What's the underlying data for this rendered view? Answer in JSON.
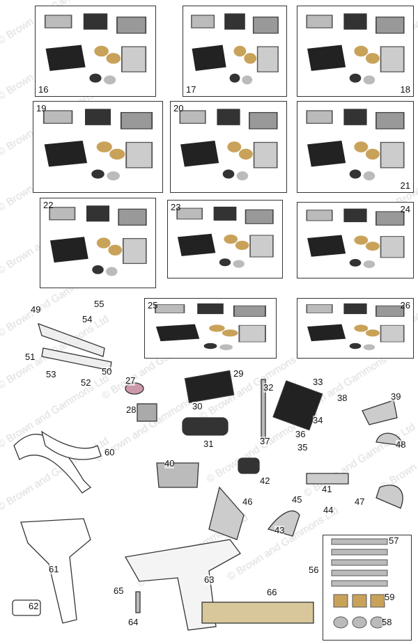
{
  "watermark": "© Brown and Gammons Ltd",
  "kits": [
    {
      "id": "16",
      "label": "16"
    },
    {
      "id": "17",
      "label": "17"
    },
    {
      "id": "18",
      "label": "18"
    },
    {
      "id": "19",
      "label": "19"
    },
    {
      "id": "20",
      "label": "20"
    },
    {
      "id": "21",
      "label": "21"
    },
    {
      "id": "22",
      "label": "22"
    },
    {
      "id": "23",
      "label": "23"
    },
    {
      "id": "24",
      "label": "24"
    },
    {
      "id": "25",
      "label": "25"
    },
    {
      "id": "26",
      "label": "26"
    }
  ],
  "stud_kit": {
    "label": "56",
    "items": [
      "57",
      "59",
      "58"
    ]
  },
  "callouts": [
    "49",
    "55",
    "54",
    "51",
    "53",
    "52",
    "50",
    "27",
    "29",
    "32",
    "33",
    "38",
    "39",
    "28",
    "30",
    "31",
    "34",
    "35",
    "36",
    "37",
    "48",
    "60",
    "40",
    "42",
    "41",
    "47",
    "45",
    "44",
    "46",
    "43",
    "61",
    "62",
    "63",
    "66",
    "65",
    "64"
  ]
}
